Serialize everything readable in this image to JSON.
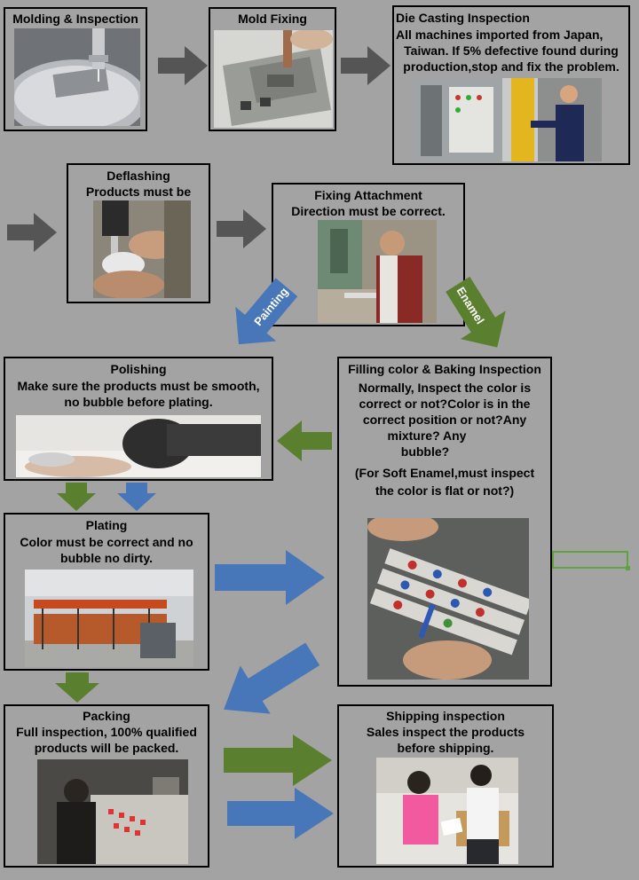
{
  "steps": {
    "molding": {
      "title": "Molding & Inspection"
    },
    "mold_fixing": {
      "title": "Mold Fixing"
    },
    "die_casting": {
      "title": "Die Casting Inspection",
      "lines": [
        "All machines imported from Japan,",
        "Taiwan. If 5% defective found during",
        "production,stop and fix the problem."
      ]
    },
    "deflashing": {
      "title": "Deflashing",
      "subtitle": "Products must be"
    },
    "fixing_attachment": {
      "title": "Fixing Attachment",
      "subtitle": "Direction must be correct."
    },
    "polishing": {
      "title": "Polishing",
      "lines": [
        "Make sure the products must be smooth,",
        "no bubble before plating."
      ]
    },
    "filling_color": {
      "title": "Filling color & Baking Inspection",
      "lines": [
        "Normally, Inspect the color is",
        "correct or not?Color is in the",
        "correct position or not?Any",
        "mixture? Any",
        "bubble?",
        "(For Soft Enamel,must inspect",
        "the color is flat or not?)"
      ]
    },
    "plating": {
      "title": "Plating",
      "lines": [
        "Color must be correct and no",
        "bubble no dirty."
      ]
    },
    "packing": {
      "title": "Packing",
      "lines": [
        "Full inspection,  100% qualified",
        "products will be packed."
      ]
    },
    "shipping": {
      "title": "Shipping inspection",
      "lines": [
        "Sales inspect the products",
        "before shipping."
      ]
    }
  },
  "branch_labels": {
    "painting": "Painting",
    "enamel": "Enamel"
  },
  "colors": {
    "background": "#a3a3a3",
    "arrow_gray": "#555555",
    "arrow_green": "#5a7f2e",
    "arrow_blue": "#4777b8",
    "selection_green": "#5fa340"
  }
}
